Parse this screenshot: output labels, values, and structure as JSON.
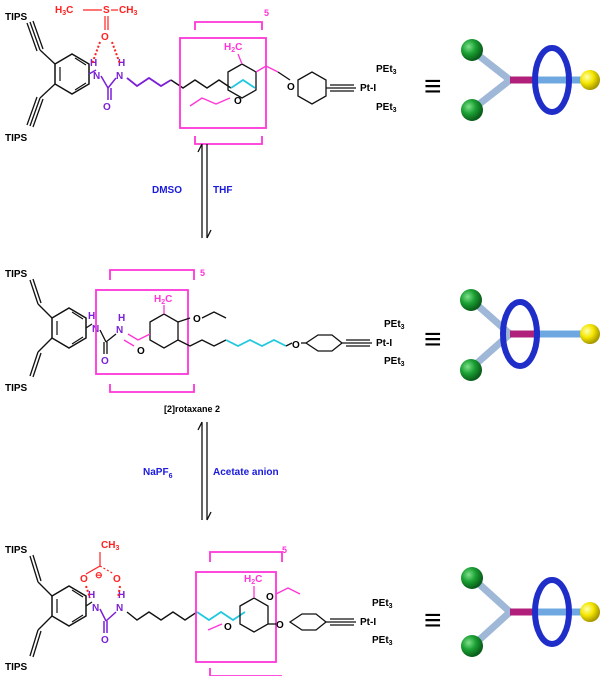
{
  "colors": {
    "bond": "#111111",
    "urea": "#7a1fd6",
    "alkyl_cyan": "#22c8e0",
    "pillararene": "#ff35d8",
    "guest": "#ff2020",
    "solvent_blue": "#1a1adc",
    "cartoon_ring": "#1f2ec8",
    "cartoon_axle": "#6fa8e0",
    "cartoon_urea": "#b0207a",
    "stopper_green": "#1aa033",
    "stopper_yellow": "#f5e600",
    "cartoon_arm": "#9fb8d8"
  },
  "labels": {
    "tips": "TIPS",
    "pet3": "PEt",
    "pet3_sub": "3",
    "pt": "Pt-I",
    "o": "O",
    "n": "N",
    "h": "H",
    "h2c": "H",
    "h2c_sub": "2",
    "h2c_c": "C",
    "repeat": "5",
    "equiv": "≡",
    "ch3": "CH",
    "ch3_sub": "3",
    "h3c": "H",
    "h3c_sub": "3",
    "h3c_c": "C",
    "s": "S",
    "minus": "⊖"
  },
  "top": {
    "arrow_left": "DMSO",
    "arrow_right": "THF"
  },
  "middle": {
    "caption": "[2]rotaxane 2"
  },
  "bottom": {
    "arrow_left_main": "NaPF",
    "arrow_left_sub": "6",
    "arrow_right": "Acetate anion"
  }
}
